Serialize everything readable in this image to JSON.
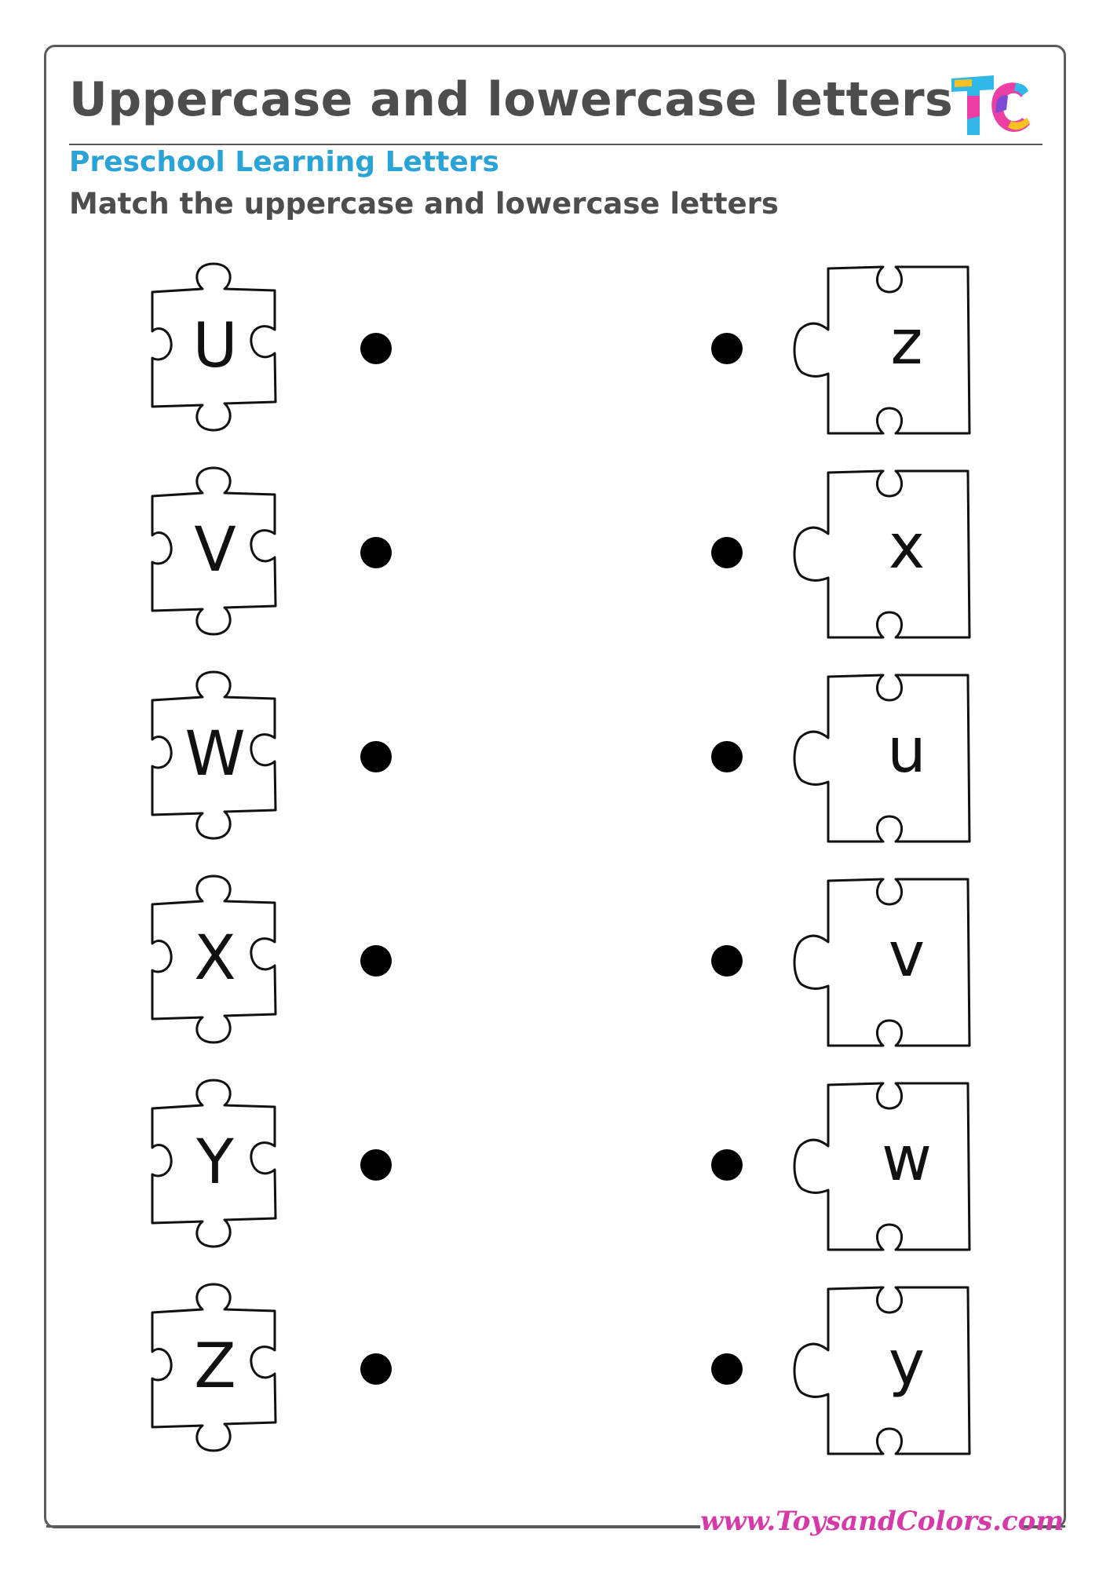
{
  "worksheet": {
    "title": "Uppercase and lowercase letters",
    "subtitle": "Preschool Learning Letters",
    "instruction": "Match the uppercase and lowercase letters",
    "logo_text": "TC",
    "footer_url": "www.ToysandColors.com"
  },
  "colors": {
    "title": "#4d4d4d",
    "subtitle": "#2aa3d6",
    "footer": "#d63aa8",
    "logo": [
      "#2fb8e8",
      "#ec3ea4",
      "#f7c21f",
      "#7b4bd6"
    ]
  },
  "rows": [
    {
      "uppercase": "U",
      "lowercase": "z"
    },
    {
      "uppercase": "V",
      "lowercase": "x"
    },
    {
      "uppercase": "W",
      "lowercase": "u"
    },
    {
      "uppercase": "X",
      "lowercase": "v"
    },
    {
      "uppercase": "Y",
      "lowercase": "w"
    },
    {
      "uppercase": "Z",
      "lowercase": "y"
    }
  ]
}
